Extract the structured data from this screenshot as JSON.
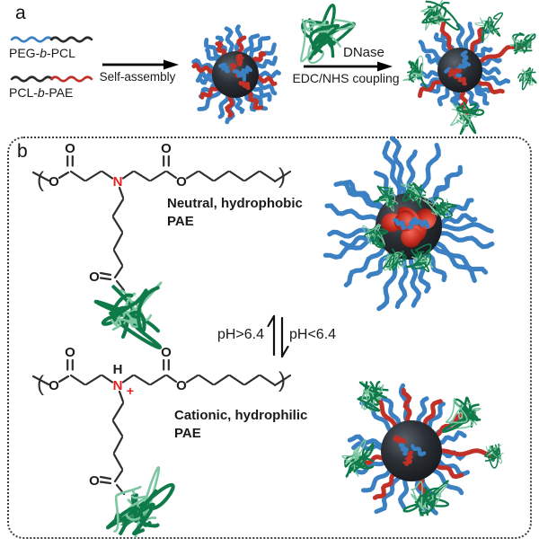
{
  "panel_a": {
    "label": "a",
    "legend": {
      "polymer1": {
        "pre": "PEG-",
        "mid": "b",
        "post": "-PCL"
      },
      "polymer2": {
        "pre": "PCL-",
        "mid": "b",
        "post": "-PAE"
      }
    },
    "self_assembly_label": "Self-assembly",
    "dnase_label": "DNase",
    "coupling_label": "EDC/NHS coupling"
  },
  "panel_b": {
    "label": "b",
    "neutral_caption": {
      "line1": "Neutral, hydrophobic",
      "line2": "PAE"
    },
    "cationic_caption": {
      "line1": "Cationic, hydrophilic",
      "line2": "PAE"
    },
    "ph_left": "pH>6.4",
    "ph_right": "pH<6.4"
  },
  "chem": {
    "atom_o": "O",
    "atom_n": "N",
    "atom_h": "H",
    "plus": "+",
    "bracket_open": "(",
    "bracket_close": ")"
  },
  "colors": {
    "peg_blue": "#3a80c2",
    "pae_red": "#c23127",
    "pcl_black": "#2b2b2b",
    "protein_green_dark": "#0f7a49",
    "protein_green_light": "#7cc6a2",
    "core_dark": "#202327",
    "nitrogen_red": "#e8201d"
  },
  "icons": {
    "reaction-arrow": "→",
    "equilibrium-arrows": "⇅",
    "polymer-squiggle": "wavy line",
    "micelle": "dark-core sphere with polymer corona",
    "dnase-protein": "green ribbon protein"
  }
}
